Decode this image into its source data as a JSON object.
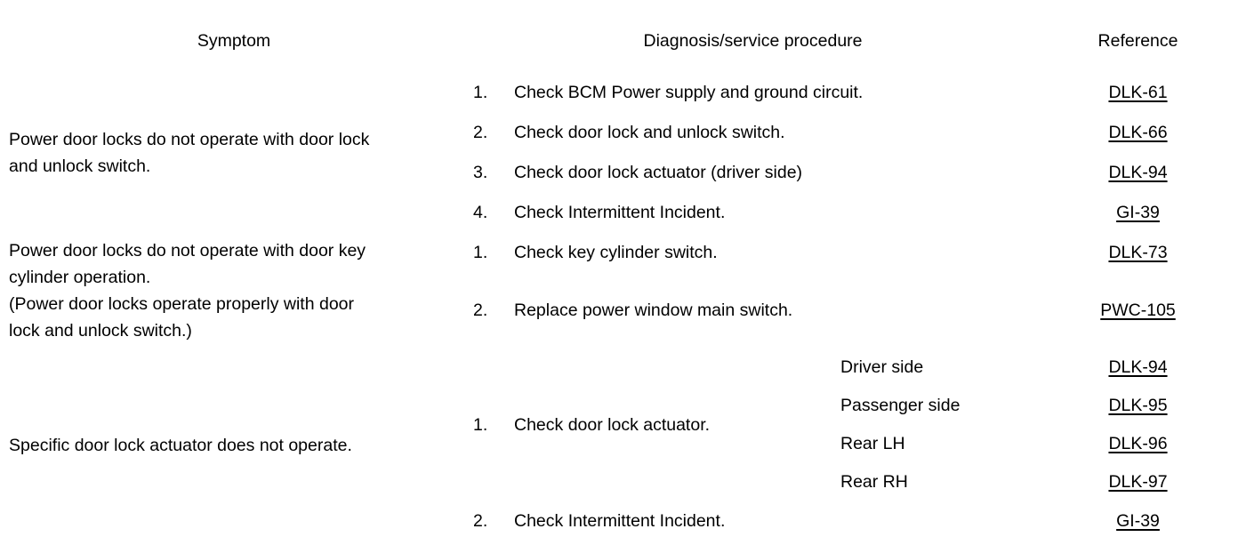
{
  "table": {
    "headers": {
      "symptom": "Symptom",
      "procedure": "Diagnosis/service procedure",
      "reference": "Reference"
    },
    "blocks": [
      {
        "symptom_lines": [
          "Power door locks do not operate with door lock",
          "and unlock switch."
        ],
        "rows": [
          {
            "num": "1.",
            "text": "Check BCM Power supply and ground circuit.",
            "reference": "DLK-61"
          },
          {
            "num": "2.",
            "text": "Check door lock and unlock switch.",
            "reference": "DLK-66"
          },
          {
            "num": "3.",
            "text": "Check door lock actuator (driver side)",
            "reference": "DLK-94"
          },
          {
            "num": "4.",
            "text": "Check Intermittent Incident.",
            "reference": "GI-39"
          }
        ]
      },
      {
        "symptom_lines": [
          "Power door locks do not operate with door key",
          "cylinder operation.",
          "(Power door locks operate properly with door",
          "lock and unlock switch.)"
        ],
        "rows": [
          {
            "num": "1.",
            "text": "Check key cylinder switch.",
            "reference": "DLK-73"
          },
          {
            "num": "2.",
            "text": "Replace power window main switch.",
            "reference": "PWC-105"
          }
        ]
      },
      {
        "symptom_lines": [
          "Specific door lock actuator does not operate."
        ],
        "rows": [
          {
            "num": "1.",
            "text": "Check door lock actuator.",
            "sub_rows": [
              {
                "label": "Driver side",
                "reference": "DLK-94"
              },
              {
                "label": "Passenger side",
                "reference": "DLK-95"
              },
              {
                "label": "Rear LH",
                "reference": "DLK-96"
              },
              {
                "label": "Rear RH",
                "reference": "DLK-97"
              }
            ]
          },
          {
            "num": "2.",
            "text": "Check Intermittent Incident.",
            "reference": "GI-39"
          }
        ]
      }
    ]
  }
}
